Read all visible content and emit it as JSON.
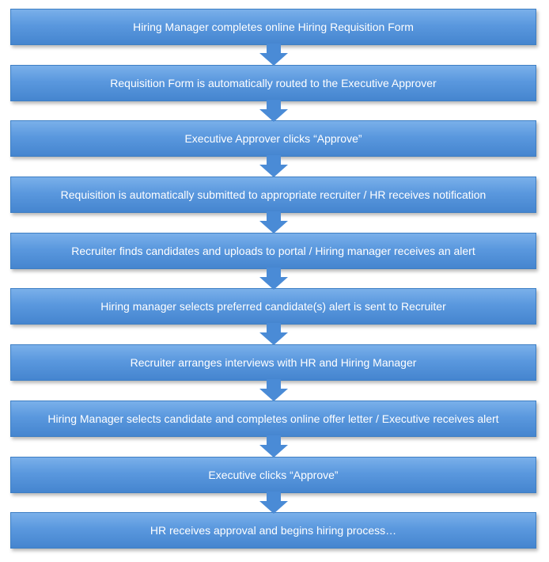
{
  "steps": [
    "Hiring Manager completes online Hiring Requisition Form",
    "Requisition Form is automatically routed to the Executive Approver",
    "Executive Approver clicks “Approve”",
    "Requisition is automatically submitted to appropriate recruiter / HR receives notification",
    "Recruiter finds candidates and uploads to portal / Hiring manager receives an alert",
    "Hiring manager selects preferred candidate(s) alert is sent to Recruiter",
    "Recruiter arranges interviews with HR and Hiring Manager",
    "Hiring Manager selects candidate and completes online offer letter / Executive receives alert",
    "Executive clicks “Approve”",
    "HR receives approval and begins hiring process…"
  ],
  "colors": {
    "box_top": "#7ab0ea",
    "box_bottom": "#4585cf",
    "arrow": "#4a8bd6",
    "text": "#ffffff"
  }
}
